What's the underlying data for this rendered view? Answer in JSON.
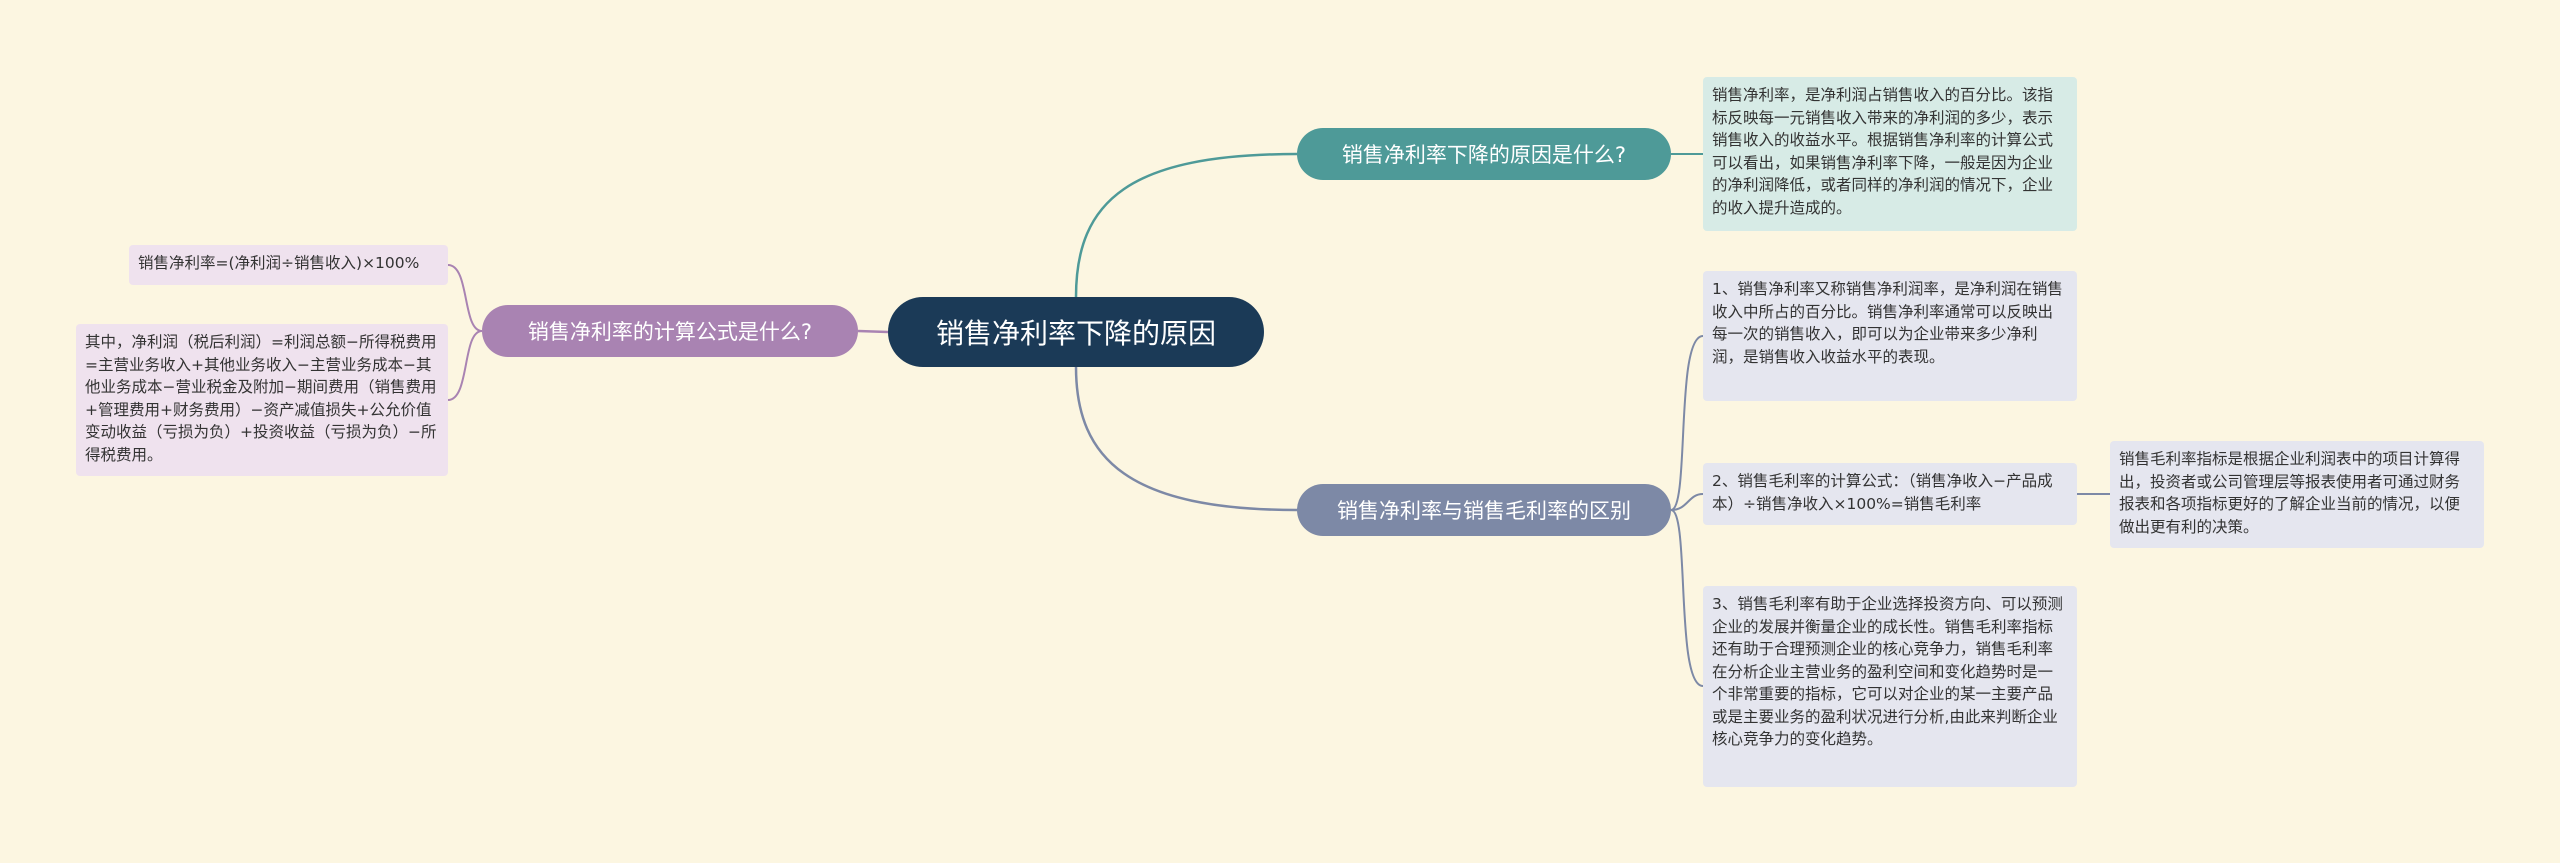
{
  "root": {
    "label": "销售净利率下降的原因",
    "color": "#1b3a57"
  },
  "branches": {
    "reason": {
      "label": "销售净利率下降的原因是什么?",
      "color": "#4e9a98",
      "leaf": "销售净利率，是净利润占销售收入的百分比。该指标反映每一元销售收入带来的净利润的多少，表示销售收入的收益水平。根据销售净利率的计算公式可以看出，如果销售净利率下降，一般是因为企业的净利润降低，或者同样的净利润的情况下，企业的收入提升造成的。"
    },
    "formula": {
      "label": "销售净利率的计算公式是什么?",
      "color": "#a983b2",
      "leaves": [
        "销售净利率=(净利润÷销售收入)×100%",
        "其中，净利润（税后利润）=利润总额−所得税费用=主营业务收入+其他业务收入−主营业务成本−其他业务成本−营业税金及附加−期间费用（销售费用+管理费用+财务费用）−资产减值损失+公允价值变动收益（亏损为负）+投资收益（亏损为负）−所得税费用。"
      ]
    },
    "difference": {
      "label": "销售净利率与销售毛利率的区别",
      "color": "#7d89a6",
      "leaves": [
        "1、销售净利率又称销售净利润率，是净利润在销售收入中所占的百分比。销售净利率通常可以反映出每一次的销售收入，即可以为企业带来多少净利润，是销售收入收益水平的表现。",
        "2、销售毛利率的计算公式：（销售净收入−产品成本）÷销售净收入×100%=销售毛利率",
        "3、销售毛利率有助于企业选择投资方向、可以预测企业的发展并衡量企业的成长性。销售毛利率指标还有助于合理预测企业的核心竞争力，销售毛利率在分析企业主营业务的盈利空间和变化趋势时是一个非常重要的指标，它可以对企业的某一主要产品或是主要业务的盈利状况进行分析,由此来判断企业核心竞争力的变化趋势。"
      ],
      "sub_leaf": "销售毛利率指标是根据企业利润表中的项目计算得出，投资者或公司管理层等报表使用者可通过财务报表和各项指标更好的了解企业当前的情况，以便做出更有利的决策。"
    }
  },
  "colors": {
    "background": "#fcf6e1",
    "link_teal": "#4e9a98",
    "link_purple": "#a983b2",
    "link_gray": "#7d89a6"
  }
}
